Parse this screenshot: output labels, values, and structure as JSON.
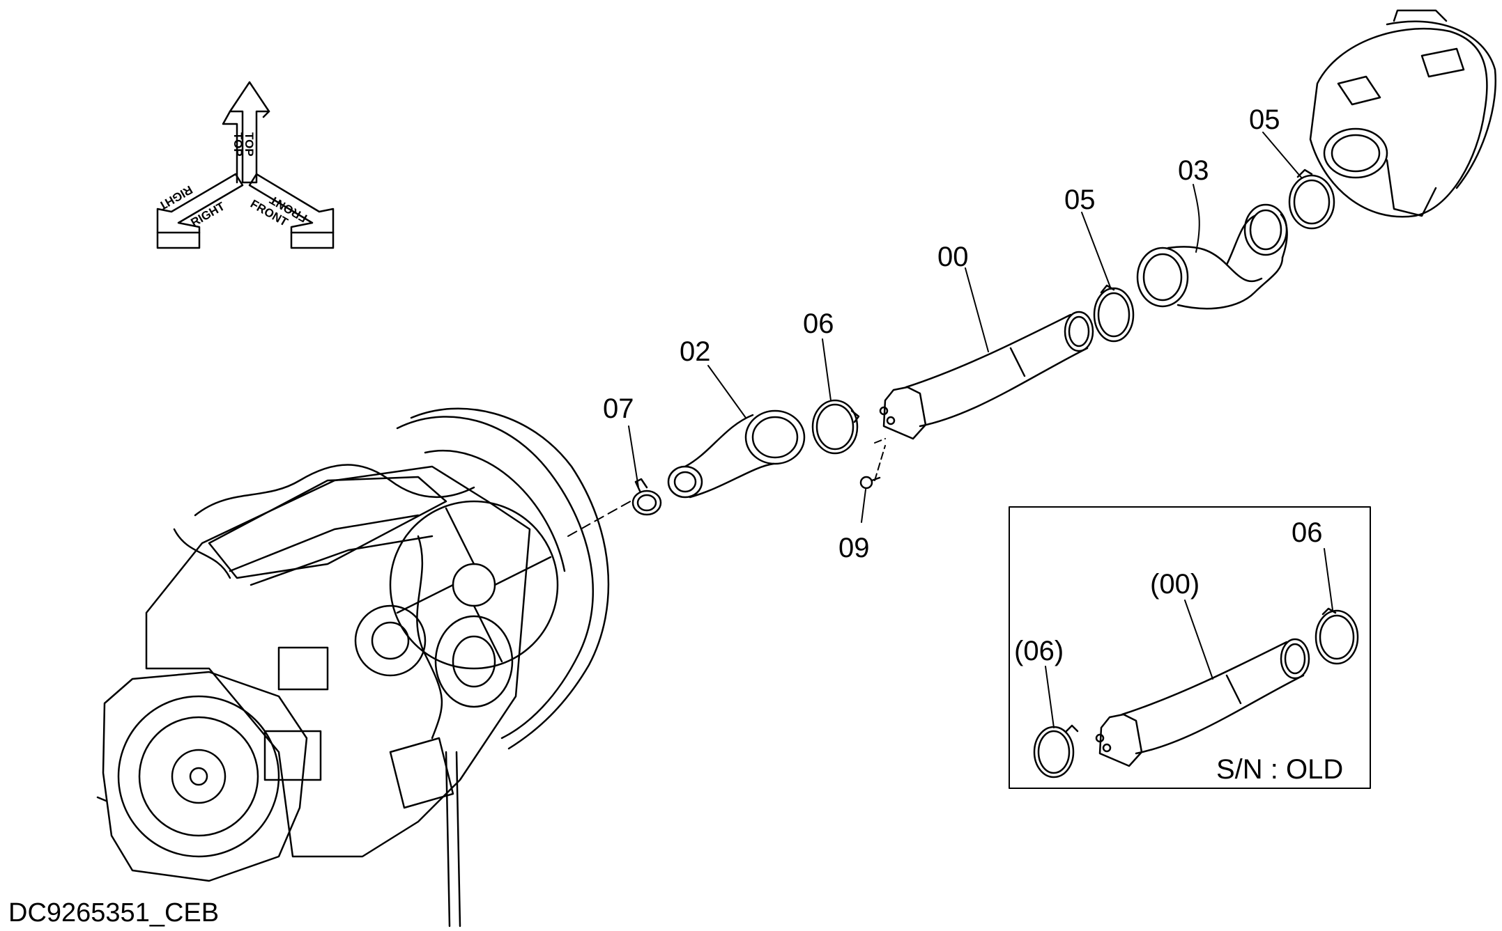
{
  "drawing_number": "DC9265351_CEB",
  "orientation_labels": {
    "top_left": "TOP",
    "top_right": "TOP",
    "right_upper": "RIGHT",
    "right_lower": "RIGHT",
    "front_upper": "FRONT",
    "front_lower": "FRONT"
  },
  "callouts": {
    "part_00": "00",
    "part_02": "02",
    "part_03": "03",
    "part_05_near_filter": "05",
    "part_05_mid": "05",
    "part_06": "06",
    "part_07": "07",
    "part_09": "09"
  },
  "inset": {
    "caption": "S/N : OLD",
    "callouts": {
      "part_06": "06",
      "part_00_paren": "(00)",
      "part_06_paren": "(06)"
    }
  },
  "colors": {
    "line": "#000000",
    "background": "#ffffff"
  }
}
